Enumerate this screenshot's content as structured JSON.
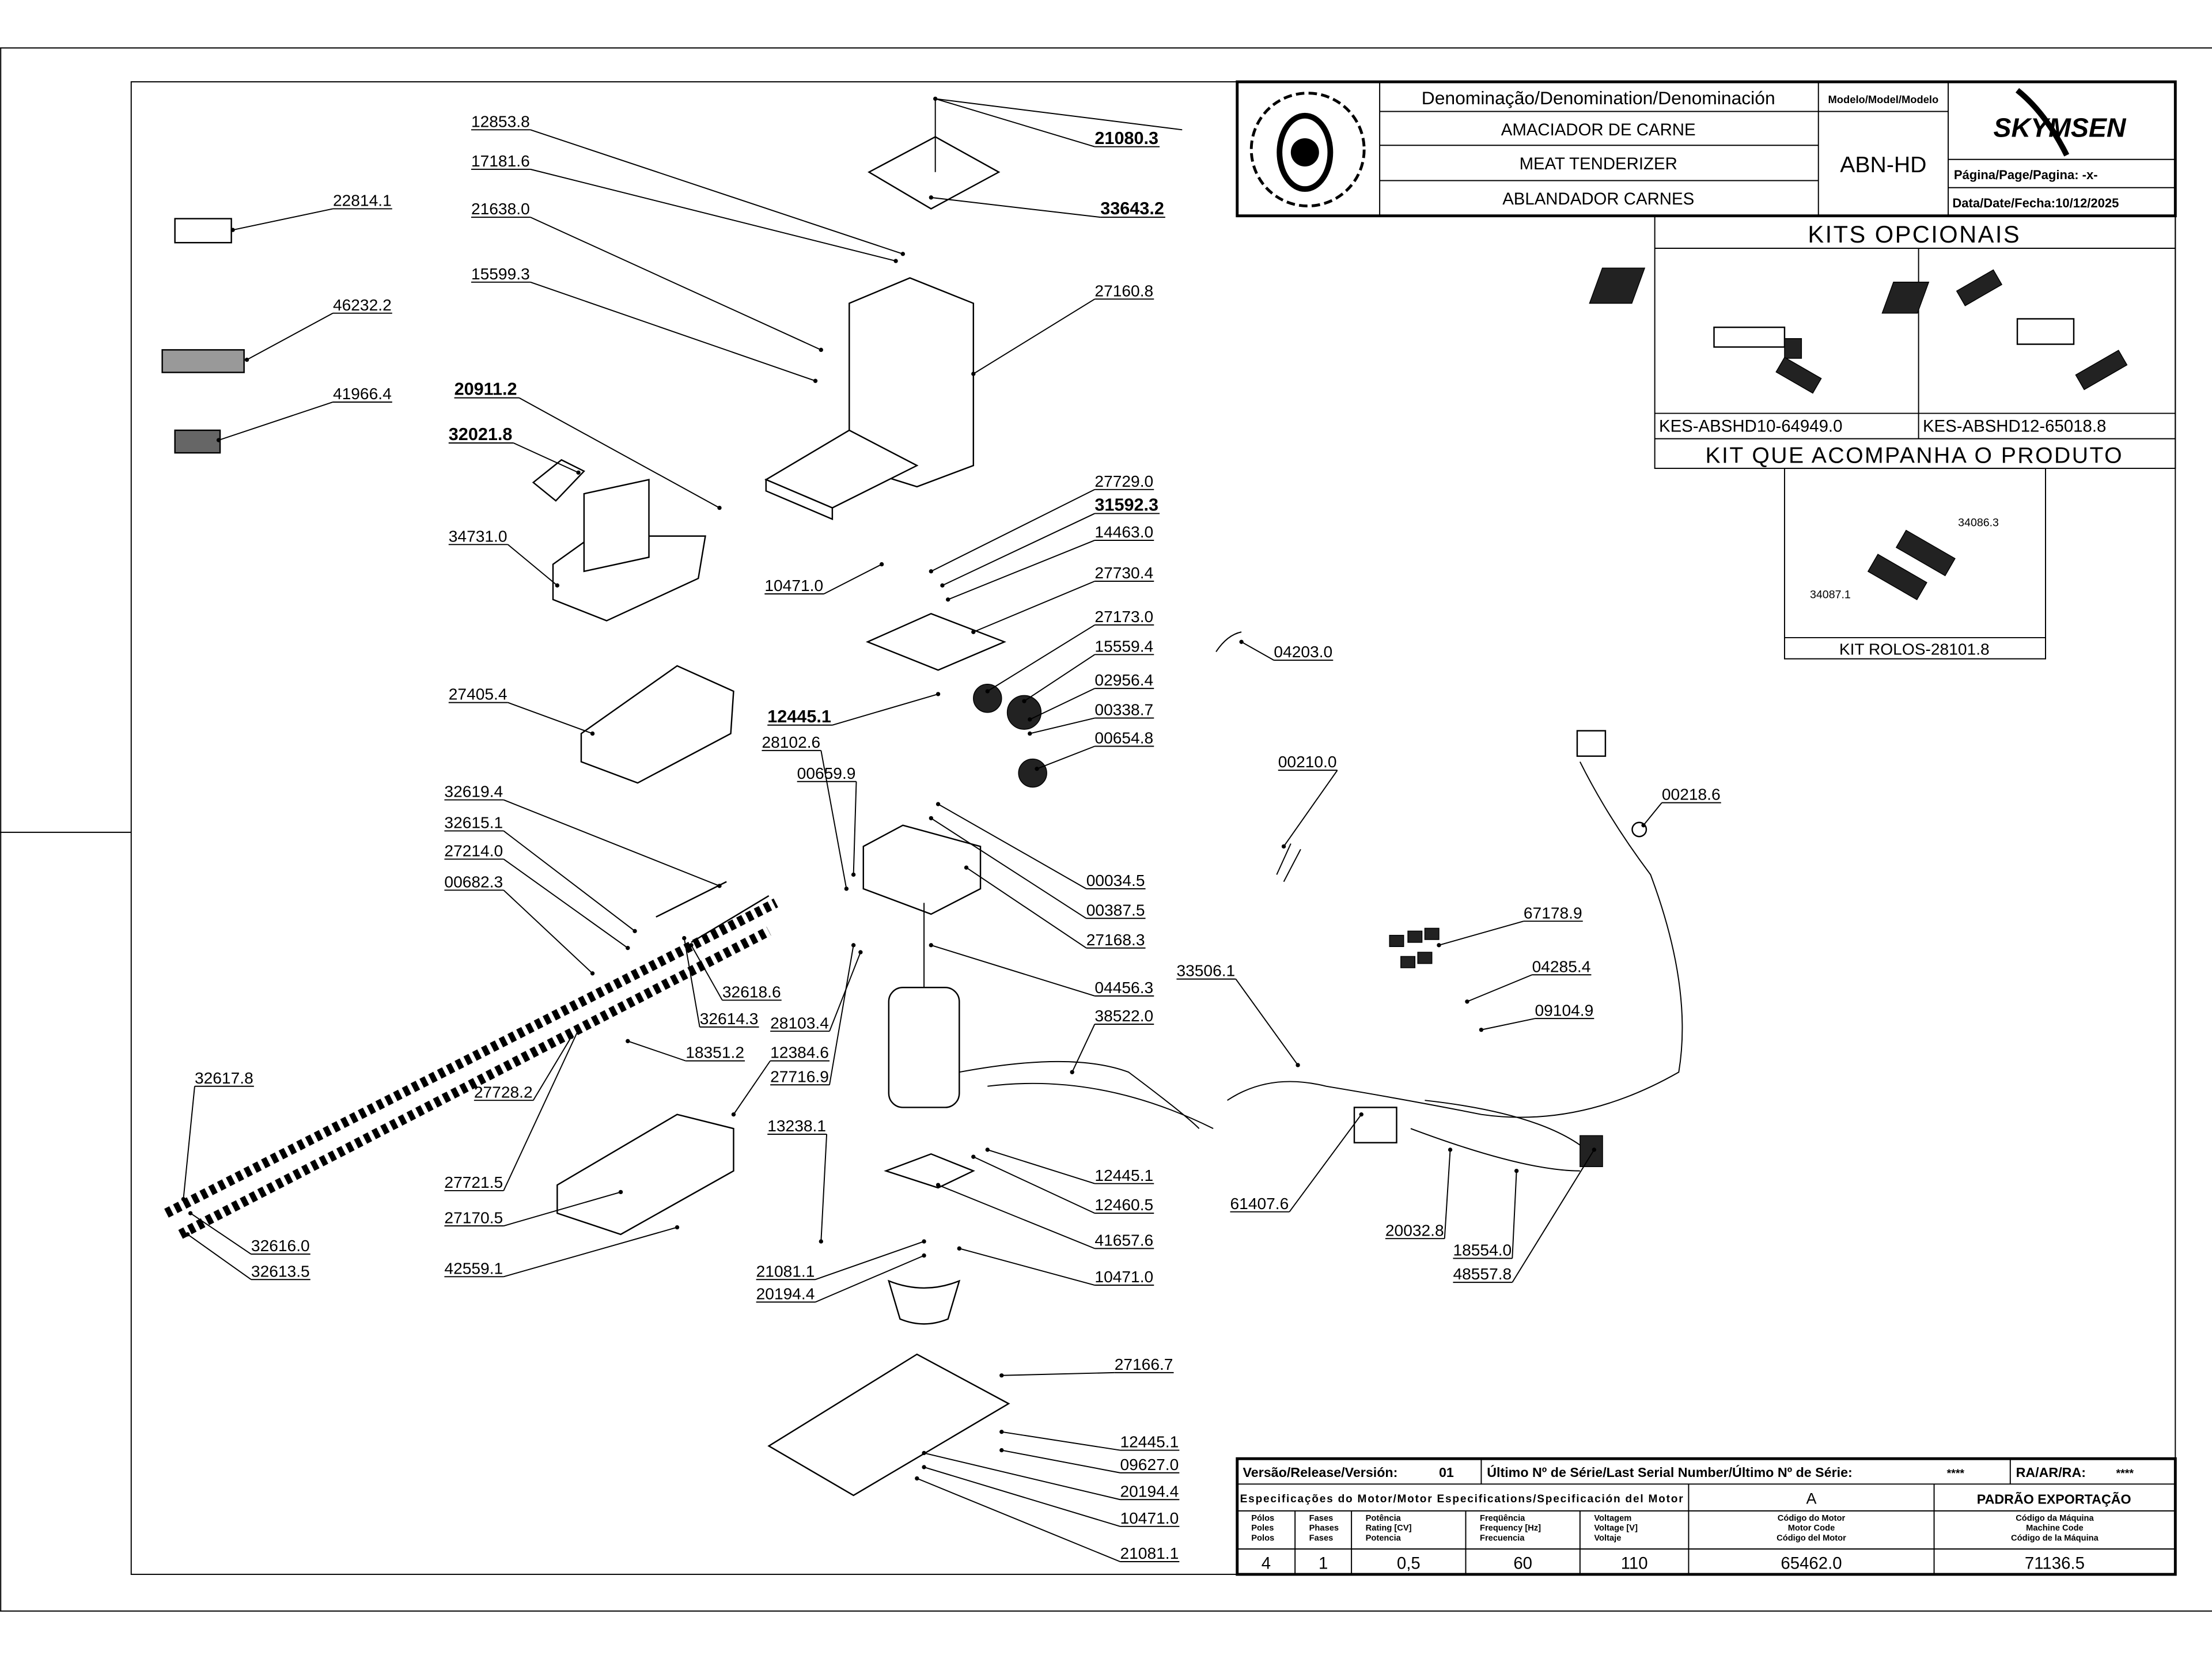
{
  "title_block": {
    "denomination_header": "Denominação/Denomination/Denominación",
    "model_header": "Modelo/Model/Modelo",
    "name_pt": "AMACIADOR DE CARNE",
    "name_en": "MEAT TENDERIZER",
    "name_es": "ABLANDADOR CARNES",
    "model": "ABN-HD",
    "brand_logo": "SKYMSEN",
    "page": "Página/Page/Pagina: -x-",
    "date": "Data/Date/Fecha:10/12/2025",
    "seal_logo": "seal-logo"
  },
  "kits": {
    "optional_title": "KITS OPCIONAIS",
    "kit1": "KES-ABSHD10-64949.0",
    "kit2": "KES-ABSHD12-65018.8",
    "included_title": "KIT QUE ACOMPANHA O PRODUTO",
    "roller_a": "34086.3",
    "roller_b": "34087.1",
    "rollers_kit": "KIT ROLOS-28101.8"
  },
  "spec_table": {
    "version_label": "Versão/Release/Versión:",
    "version": "01",
    "serial_label": "Último Nº de Série/Last Serial Number/Último Nº de Série:",
    "serial": "****",
    "ra_label": "RA/AR/RA:",
    "ra": "****",
    "motor_spec_label": "Especificações do Motor/Motor Especifications/Specificación del Motor",
    "motor_class": "A",
    "standard": "PADRÃO EXPORTAÇÃO",
    "headers": [
      [
        "Pólos",
        "Poles",
        "Polos"
      ],
      [
        "Fases",
        "Phases",
        "Fases"
      ],
      [
        "Potência",
        "Rating [CV]",
        "Potencia"
      ],
      [
        "Freqüência",
        "Frequency [Hz]",
        "Frecuencia"
      ],
      [
        "Voltagem",
        "Voltage [V]",
        "Voltaje"
      ],
      [
        "Código do Motor",
        "Motor Code",
        "Código del Motor"
      ],
      [
        "Código da Máquina",
        "Machine Code",
        "Código de la Máquina"
      ]
    ],
    "values": [
      "4",
      "1",
      "0,5",
      "60",
      "110",
      "65462.0",
      "71136.5"
    ]
  },
  "part_labels": [
    "12853.8",
    "17181.6",
    "21638.0",
    "15599.3",
    "22814.1",
    "46232.2",
    "41966.4",
    "20911.2",
    "32021.8",
    "34731.0",
    "27405.4",
    "32619.4",
    "32615.1",
    "27214.0",
    "00682.3",
    "32617.8",
    "32616.0",
    "32613.5",
    "27721.5",
    "27170.5",
    "42559.1",
    "27728.2",
    "18351.2",
    "32618.6",
    "32614.3",
    "28103.4",
    "12384.6",
    "27716.9",
    "13238.1",
    "21080.3",
    "33643.2",
    "27160.8",
    "27729.0",
    "31592.3",
    "14463.0",
    "10471.0",
    "27730.4",
    "27173.0",
    "15559.4",
    "02956.4",
    "00338.7",
    "00654.8",
    "12445.1",
    "28102.6",
    "00659.9",
    "00034.5",
    "00387.5",
    "27168.3",
    "04456.3",
    "38522.0",
    "12445.1",
    "12460.5",
    "41657.6",
    "10471.0",
    "21081.1",
    "20194.4",
    "27166.7",
    "12445.1",
    "09627.0",
    "20194.4",
    "10471.0",
    "21081.1",
    "04203.0",
    "00210.0",
    "33506.1",
    "61407.6",
    "20032.8",
    "18554.0",
    "48557.8",
    "00218.6",
    "67178.9",
    "04285.4",
    "09104.9"
  ]
}
